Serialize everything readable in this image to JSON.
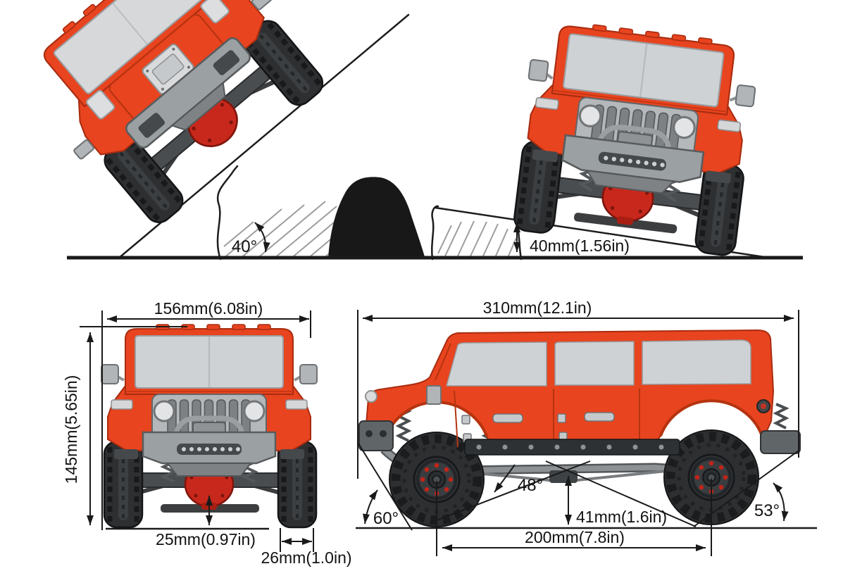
{
  "colors": {
    "body_accent": "#e8441f",
    "body_outline": "#a82c10",
    "differential_red": "#c8281c",
    "glass_gray": "#cfd2d4",
    "tire_black": "#2d2f31",
    "metal_gray": "#9ba0a3",
    "line_black": "#1a1a1a"
  },
  "scenes": {
    "slope_climb": {
      "slope_angle_label": "40°"
    },
    "obstacle_clearance": {
      "clearance_label": "40mm(1.56in)"
    },
    "front_view": {
      "width_label": "156mm(6.08in)",
      "height_label": "145mm(5.65in)",
      "axle_clearance_label": "25mm(0.97in)",
      "tire_width_label": "26mm(1.0in)"
    },
    "side_view": {
      "length_label": "310mm(12.1in)",
      "wheelbase_label": "200mm(7.8in)",
      "chassis_clearance_label": "41mm(1.6in)",
      "breakover_angle_label": "48°",
      "approach_angle_label": "60°",
      "departure_angle_label": "53°"
    }
  }
}
